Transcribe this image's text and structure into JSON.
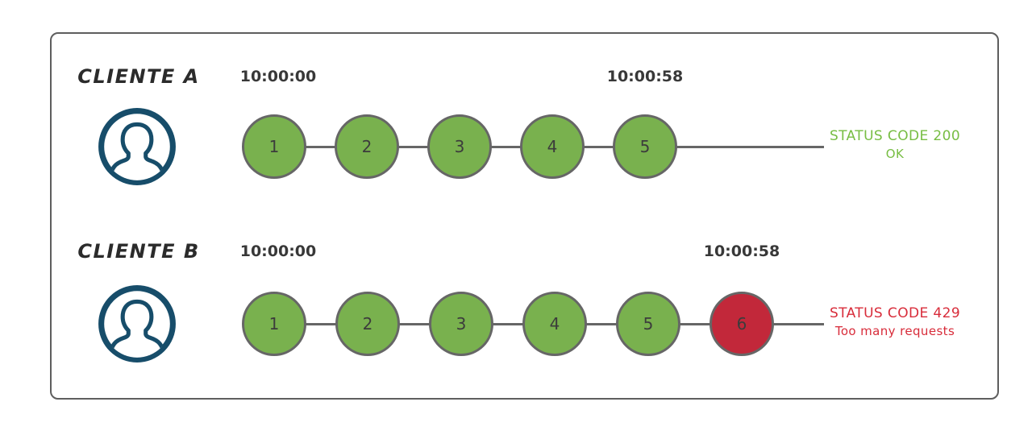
{
  "colors": {
    "frame_border": "#5e5e5e",
    "connector": "#666666",
    "circle_border": "#666666",
    "request_ok": "#79B14E",
    "request_blocked": "#C2283A",
    "status_success": "#77BD43",
    "status_error": "#D82C3A",
    "avatar": "#174D6A",
    "label_text": "#2b2b2b",
    "timestamp_text": "#383838"
  },
  "rows": [
    {
      "client_label": "CLIENTE A",
      "start_time": "10:00:00",
      "end_time": "10:00:58",
      "requests": [
        {
          "label": "1",
          "state": "ok"
        },
        {
          "label": "2",
          "state": "ok"
        },
        {
          "label": "3",
          "state": "ok"
        },
        {
          "label": "4",
          "state": "ok"
        },
        {
          "label": "5",
          "state": "ok"
        }
      ],
      "status_code_label": "STATUS CODE 200",
      "status_message": "OK",
      "status_type": "success"
    },
    {
      "client_label": "CLIENTE B",
      "start_time": "10:00:00",
      "end_time": "10:00:58",
      "requests": [
        {
          "label": "1",
          "state": "ok"
        },
        {
          "label": "2",
          "state": "ok"
        },
        {
          "label": "3",
          "state": "ok"
        },
        {
          "label": "4",
          "state": "ok"
        },
        {
          "label": "5",
          "state": "ok"
        },
        {
          "label": "6",
          "state": "blocked"
        }
      ],
      "status_code_label": "STATUS CODE 429",
      "status_message": "Too many requests",
      "status_type": "error"
    }
  ]
}
